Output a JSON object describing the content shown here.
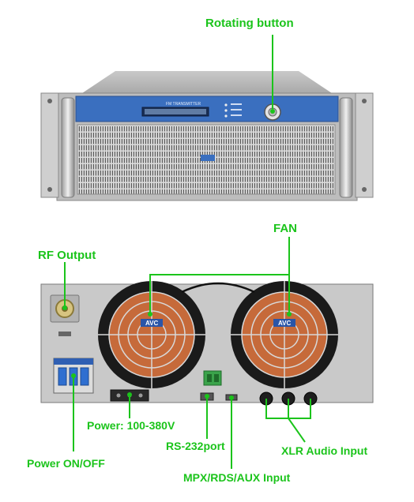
{
  "accent": "#1bc41b",
  "labels": {
    "rotating_button": "Rotating button",
    "fan": "FAN",
    "rf_output": "RF Output",
    "power": "Power: 100-380V",
    "rs232": "RS-232port",
    "xlr": "XLR Audio Input",
    "power_switch": "Power ON/OFF",
    "mpx": "MPX/RDS/AUX Input"
  },
  "front_panel": {
    "brand_strip": "FM TRANSMITTER"
  },
  "rear_panel": {
    "fan_brand": "AVC"
  }
}
